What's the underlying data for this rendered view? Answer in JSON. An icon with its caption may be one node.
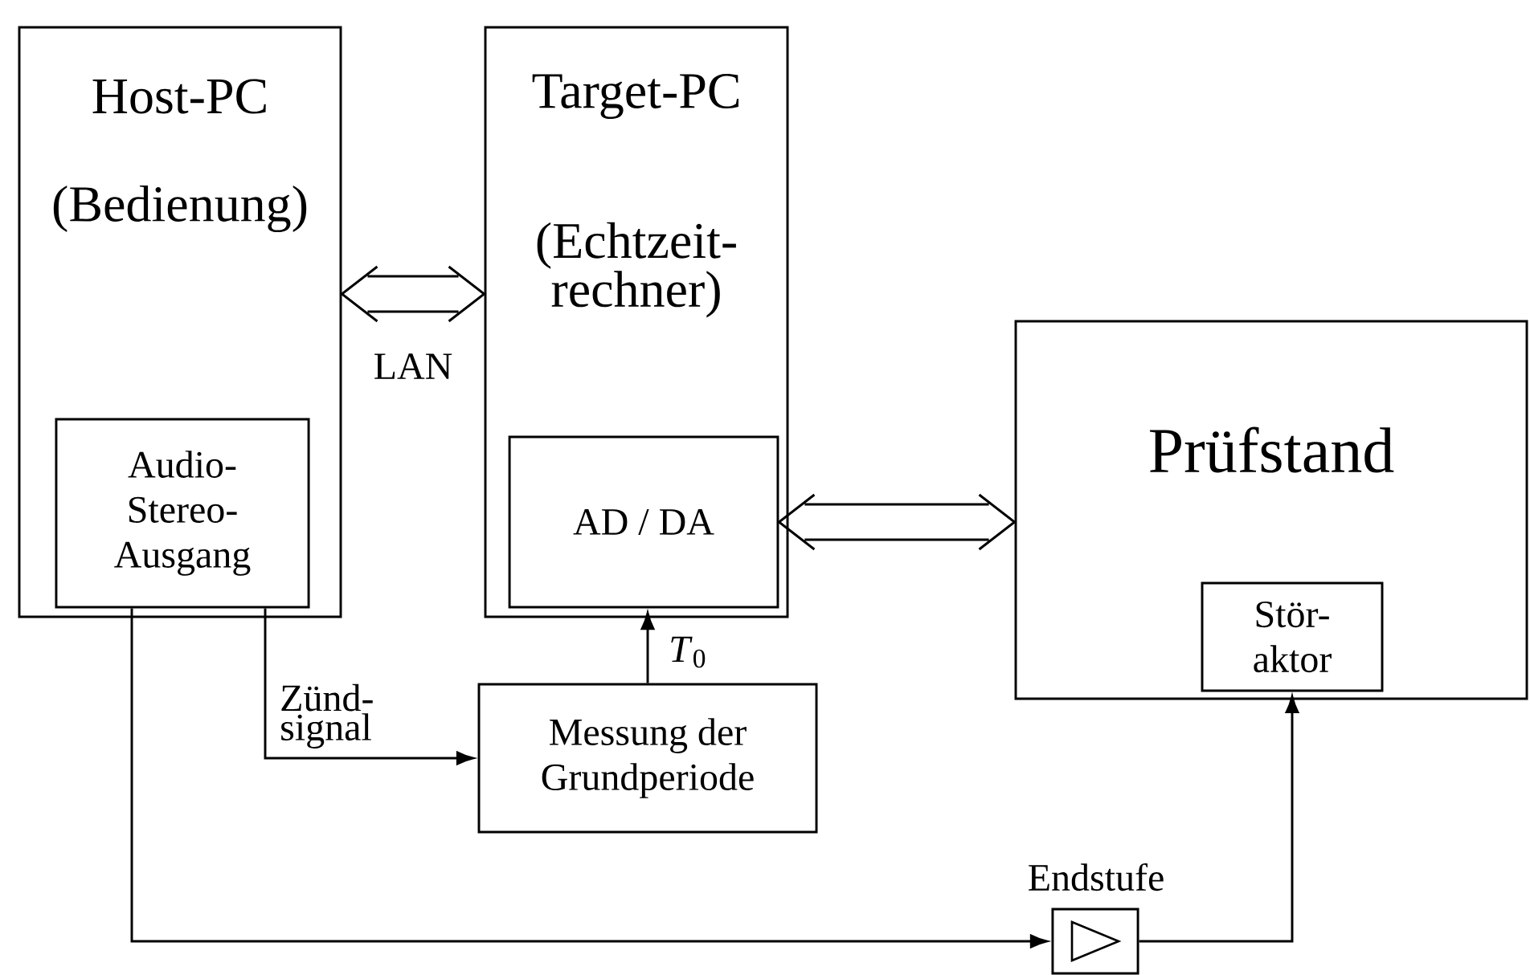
{
  "diagram": {
    "nodes": [
      {
        "text": [
          "Host-PC",
          "(Bedienung)"
        ]
      },
      {
        "text": [
          "Audio- Stereo- Ausgang"
        ],
        "in": 0
      },
      {
        "text": [
          "Target-PC",
          "(Echtzeit- rechner)"
        ]
      },
      {
        "text": [
          "AD / DA"
        ],
        "in": 2
      },
      {
        "text": [
          "Messung der Grundperiode"
        ]
      },
      {
        "text": [
          "Prüfstand"
        ]
      },
      {
        "text": [
          "Stör- aktor"
        ],
        "in": 5
      },
      {
        "text": [],
        "shape": "box",
        "beside": [
          "Endstufe"
        ]
      }
    ],
    "edges": [
      {
        "from": 0,
        "to": 2,
        "arrow": "both",
        "label": "LAN"
      },
      {
        "from": 3,
        "to": 5,
        "arrow": "both"
      },
      {
        "from": 1,
        "to": 4,
        "arrow": "to",
        "label": "Zünd- signal"
      },
      {
        "from": 4,
        "to": 3,
        "arrow": "to",
        "label": "*T*$_{0}$"
      },
      {
        "from": 1,
        "to": 7,
        "arrow": "to"
      },
      {
        "from": 7,
        "to": 6,
        "arrow": "to"
      }
    ]
  }
}
